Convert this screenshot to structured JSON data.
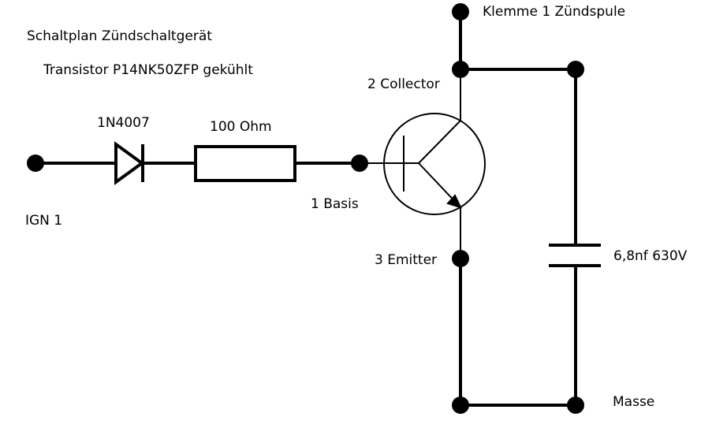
{
  "title": "Schaltplan Zündschaltgerät",
  "subtitle": "Transistor P14NK50ZFP gekühlt",
  "components": {
    "diode": {
      "label": "1N4007"
    },
    "resistor": {
      "label": "100 Ohm"
    },
    "capacitor": {
      "label": "6,8nf 630V"
    }
  },
  "terminals": {
    "ign": "IGN 1",
    "basis": "1 Basis",
    "collector": "2 Collector",
    "emitter": "3 Emitter",
    "klemme": "Klemme 1 Zündspule",
    "masse": "Masse"
  },
  "colors": {
    "wire": "#000000",
    "background": "#ffffff"
  }
}
